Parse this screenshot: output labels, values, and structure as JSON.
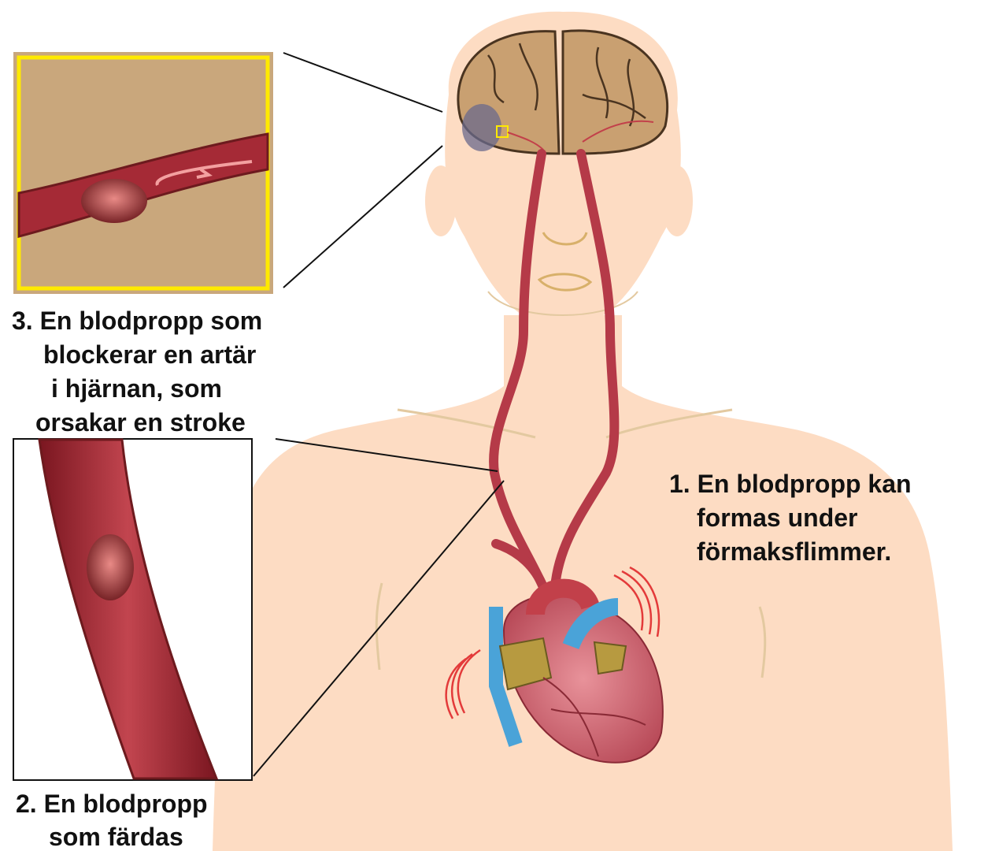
{
  "labels": {
    "step1": [
      "1. En blodpropp kan",
      "formas under",
      "förmaksflimmer."
    ],
    "step2": [
      "2. En blodpropp",
      "som färdas"
    ],
    "step3": [
      "3. En blodpropp som",
      "blockerar en artär",
      "i hjärnan, som",
      "orsakar en stroke"
    ]
  },
  "colors": {
    "skin": "#fddcc3",
    "brain": "#c9a071",
    "artery": "#b53a48",
    "heart": "#d7707c",
    "vein": "#4aa3d8",
    "inset_border_brain": "#ffea00",
    "inset_bg_brain": "#c9a77c"
  }
}
